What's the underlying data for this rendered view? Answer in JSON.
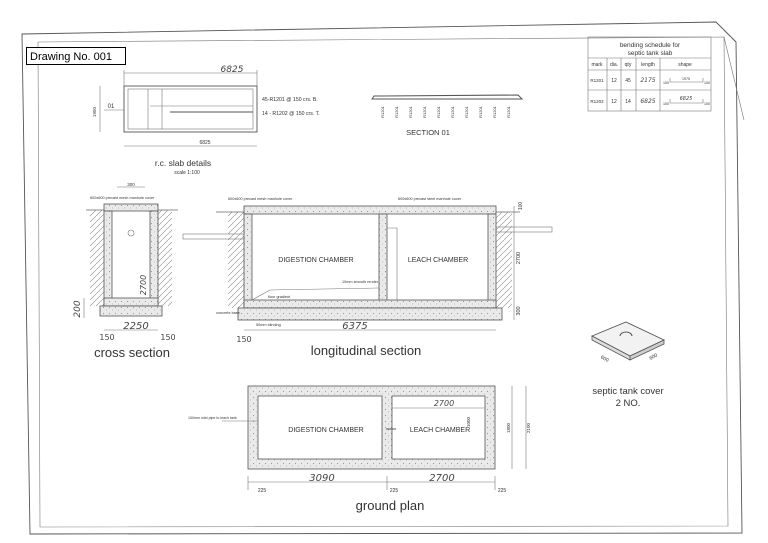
{
  "drawing_number": "Drawing No. 001",
  "bending_schedule": {
    "title_line1": "bending schedule for",
    "title_line2": "septic tank slab",
    "headers": [
      "mark",
      "dia.",
      "qty",
      "length",
      "shape"
    ],
    "rows": [
      {
        "mark": "R1201",
        "dia": "12",
        "qty": "45",
        "length": "2175",
        "shape_left": "100",
        "shape_mid": "1975",
        "shape_right": "100"
      },
      {
        "mark": "R1202",
        "dia": "12",
        "qty": "14",
        "length": "6825",
        "shape_left": "100",
        "shape_mid": "6825",
        "shape_right": "100"
      }
    ]
  },
  "rc_slab": {
    "title": "r.c. slab details",
    "scale": "scale 1:100",
    "dim_top": "6825",
    "dim_bottom": "6825",
    "dim_side": "1950",
    "mark": "01",
    "note_top": "45-R1201 @ 150 crs. B.",
    "note_bottom": "14 - R1202 @ 150 crs. T."
  },
  "section01": {
    "title": "SECTION 01",
    "bar_labels": [
      "R1201",
      "R1201",
      "R1201",
      "R1201",
      "R1201",
      "R1201",
      "R1201",
      "R1201",
      "R1201",
      "R1201"
    ]
  },
  "cross_section": {
    "title": "cross section",
    "note": "600x600 precast mesh manhole cover",
    "dim_top": "300",
    "dim_height": "2700",
    "dim_base": "200",
    "dim_width": "2250",
    "dim_left": "150",
    "dim_right": "150"
  },
  "longitudinal": {
    "title": "longitudinal section",
    "note_left": "600x600 precast mesh manhole cover",
    "note_right": "600x600 precast steel manhole cover",
    "chamber_1": "DIGESTION CHAMBER",
    "chamber_2": "LEACH CHAMBER",
    "note_floor": "floor gradient",
    "note_smooth": "10mm smooth render",
    "note_base": "concrete base",
    "note_blinding": "50mm blinding",
    "dim_length": "6375",
    "dim_left": "150",
    "dim_height": "2700",
    "dim_top": "100",
    "dim_base": "300"
  },
  "cover": {
    "title_line1": "septic tank cover",
    "title_line2": "2 NO.",
    "dim_a": "600",
    "dim_b": "600"
  },
  "ground_plan": {
    "title": "ground plan",
    "chamber_1": "DIGESTION CHAMBER",
    "chamber_2": "LEACH CHAMBER",
    "note_inlet": "100mm inlet pipe to leach tank",
    "dim_len1": "3090",
    "dim_len2": "2700",
    "dim_top": "2700",
    "dim_inner": "1800",
    "dim_outer": "2100",
    "dim_wall_1": "225",
    "dim_wall_2": "225",
    "dim_wall_3": "225",
    "dim_side": "1000"
  },
  "colors": {
    "line": "#555555",
    "concrete": "#e6e6e6",
    "label_border": "#000000"
  }
}
